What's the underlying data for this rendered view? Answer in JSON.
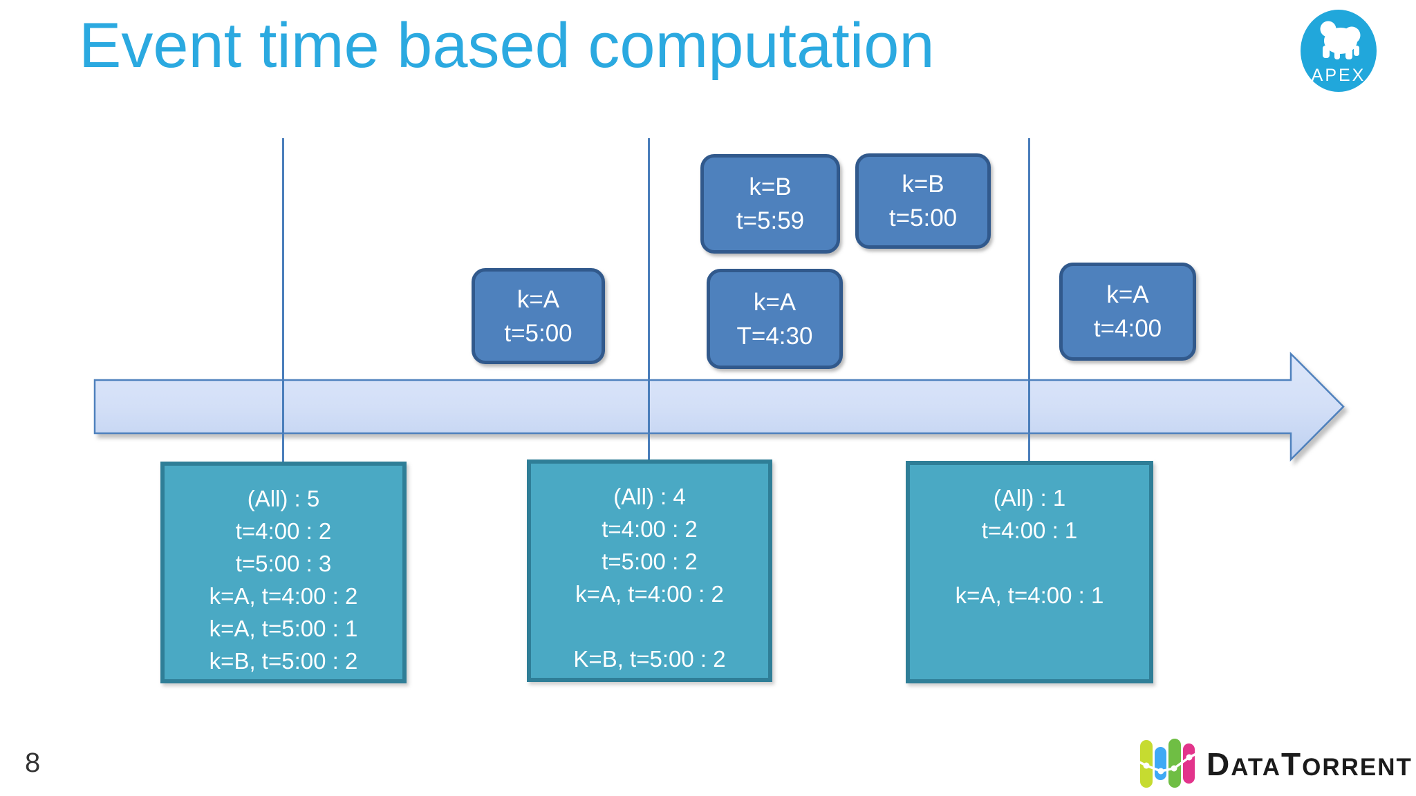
{
  "slide": {
    "title": "Event time based computation",
    "page_number": "8"
  },
  "apex_logo": {
    "text": "APEX",
    "circle_color": "#21A7DB"
  },
  "events": [
    {
      "line1": "k=A",
      "line2": "t=5:00"
    },
    {
      "line1": "k=B",
      "line2": "t=5:59"
    },
    {
      "line1": "k=B",
      "line2": "t=5:00"
    },
    {
      "line1": "k=A",
      "line2": "T=4:30"
    },
    {
      "line1": "k=A",
      "line2": "t=4:00"
    }
  ],
  "agg_boxes": [
    {
      "lines": [
        "(All) : 5",
        "t=4:00 : 2",
        "t=5:00 : 3",
        "k=A, t=4:00 : 2",
        "k=A, t=5:00 : 1",
        "k=B, t=5:00 : 2"
      ]
    },
    {
      "lines": [
        "(All) : 4",
        "t=4:00 : 2",
        "t=5:00 : 2",
        "k=A, t=4:00 : 2",
        "",
        "K=B, t=5:00 : 2"
      ]
    },
    {
      "lines": [
        "(All) : 1",
        "t=4:00 : 1",
        "",
        "k=A, t=4:00 : 1"
      ]
    }
  ],
  "datatorrent_logo": {
    "parts": [
      "D",
      "ATA",
      "T",
      "ORRENT"
    ]
  },
  "colors": {
    "title": "#2BA9E0",
    "event_box_fill": "#4E81BD",
    "event_box_border": "#31598C",
    "agg_box_fill": "#4AA9C4",
    "agg_box_border": "#2F7E97",
    "arrow_fill_top": "#DDE7FA",
    "arrow_fill_bottom": "#BDD0F0",
    "arrow_border": "#4F81BD",
    "window_line": "#4A7EBB",
    "logo_lime": "#C6DB30",
    "logo_blue": "#3FA9F5",
    "logo_green": "#6FBE44",
    "logo_magenta": "#E2348B"
  }
}
